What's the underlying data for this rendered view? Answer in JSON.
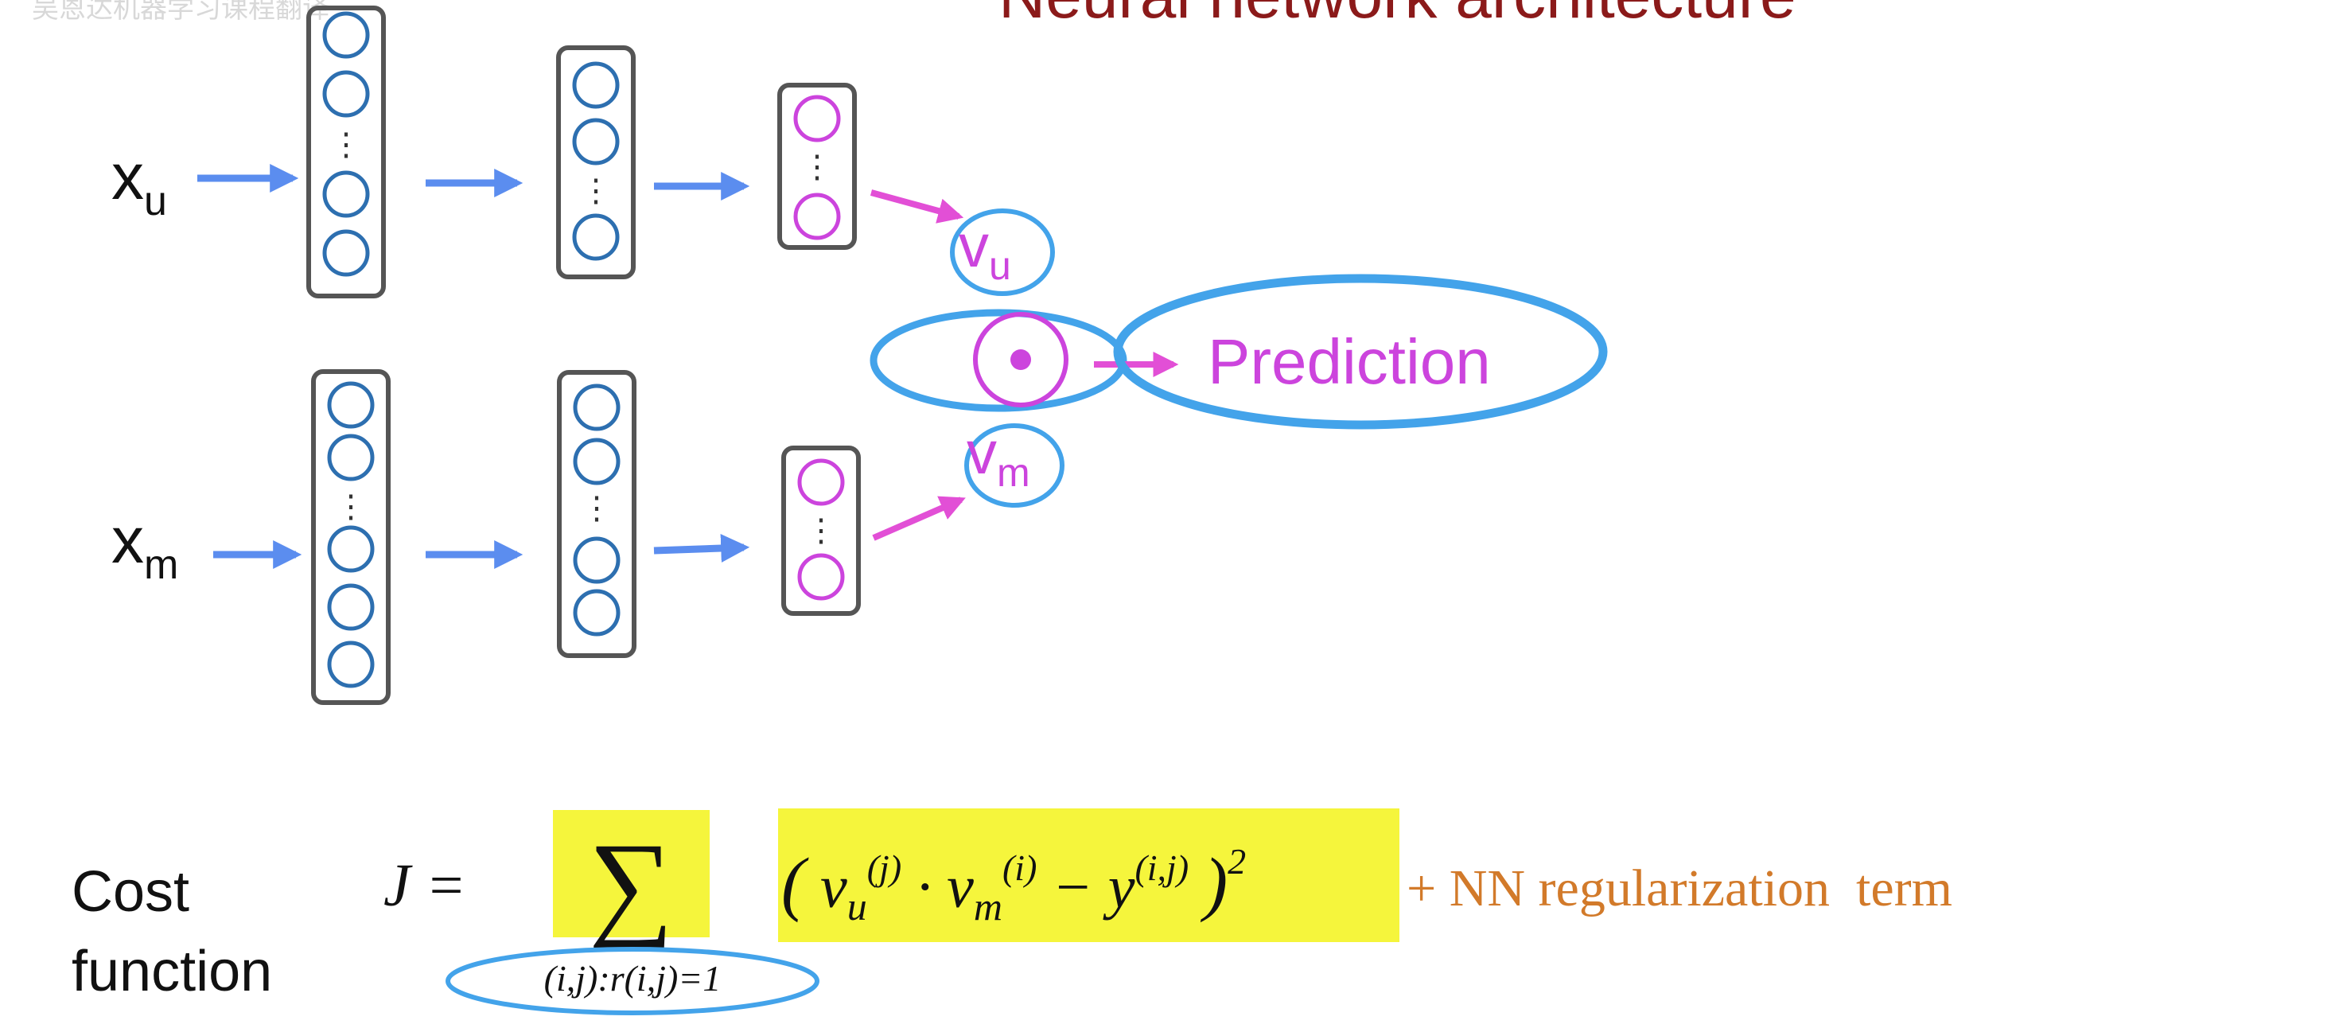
{
  "slide": {
    "title": "Neural network architecture",
    "watermark": "吴恩达机器学习课程翻译"
  },
  "network": {
    "inputs": {
      "user": {
        "base": "x",
        "sub": "u"
      },
      "movie": {
        "base": "x",
        "sub": "m"
      }
    },
    "vectors": {
      "user": {
        "base": "v",
        "sub": "u"
      },
      "movie": {
        "base": "v",
        "sub": "m"
      }
    },
    "dot_symbol": "•",
    "output_label": "Prediction",
    "layer_dots": "⋮"
  },
  "cost": {
    "label_line1": "Cost",
    "label_line2": "function",
    "lhs": "J =",
    "sum_symbol": "∑",
    "sum_subscript": "(i,j):r(i,j)=1",
    "open_paren": "(",
    "vu_base": "v",
    "vu_sub": "u",
    "vu_sup": "(j)",
    "dot_op": "·",
    "vm_base": "v",
    "vm_sub": "m",
    "vm_sup": "(i)",
    "minus": "−",
    "y_base": "y",
    "y_sup": "(i,j)",
    "close_paren": ")",
    "square": "2",
    "regularization": "+ NN regularization  term"
  },
  "colors": {
    "title": "#8b1a1a",
    "node_blue": "#2d6fb0",
    "node_magenta": "#cc44dd",
    "arrow_blue": "#5b8def",
    "arrow_magenta": "#e24fd6",
    "ink_blue": "#43a3ea",
    "highlight": "#f5f53c",
    "orange": "#d27a2a",
    "box": "#555555"
  }
}
